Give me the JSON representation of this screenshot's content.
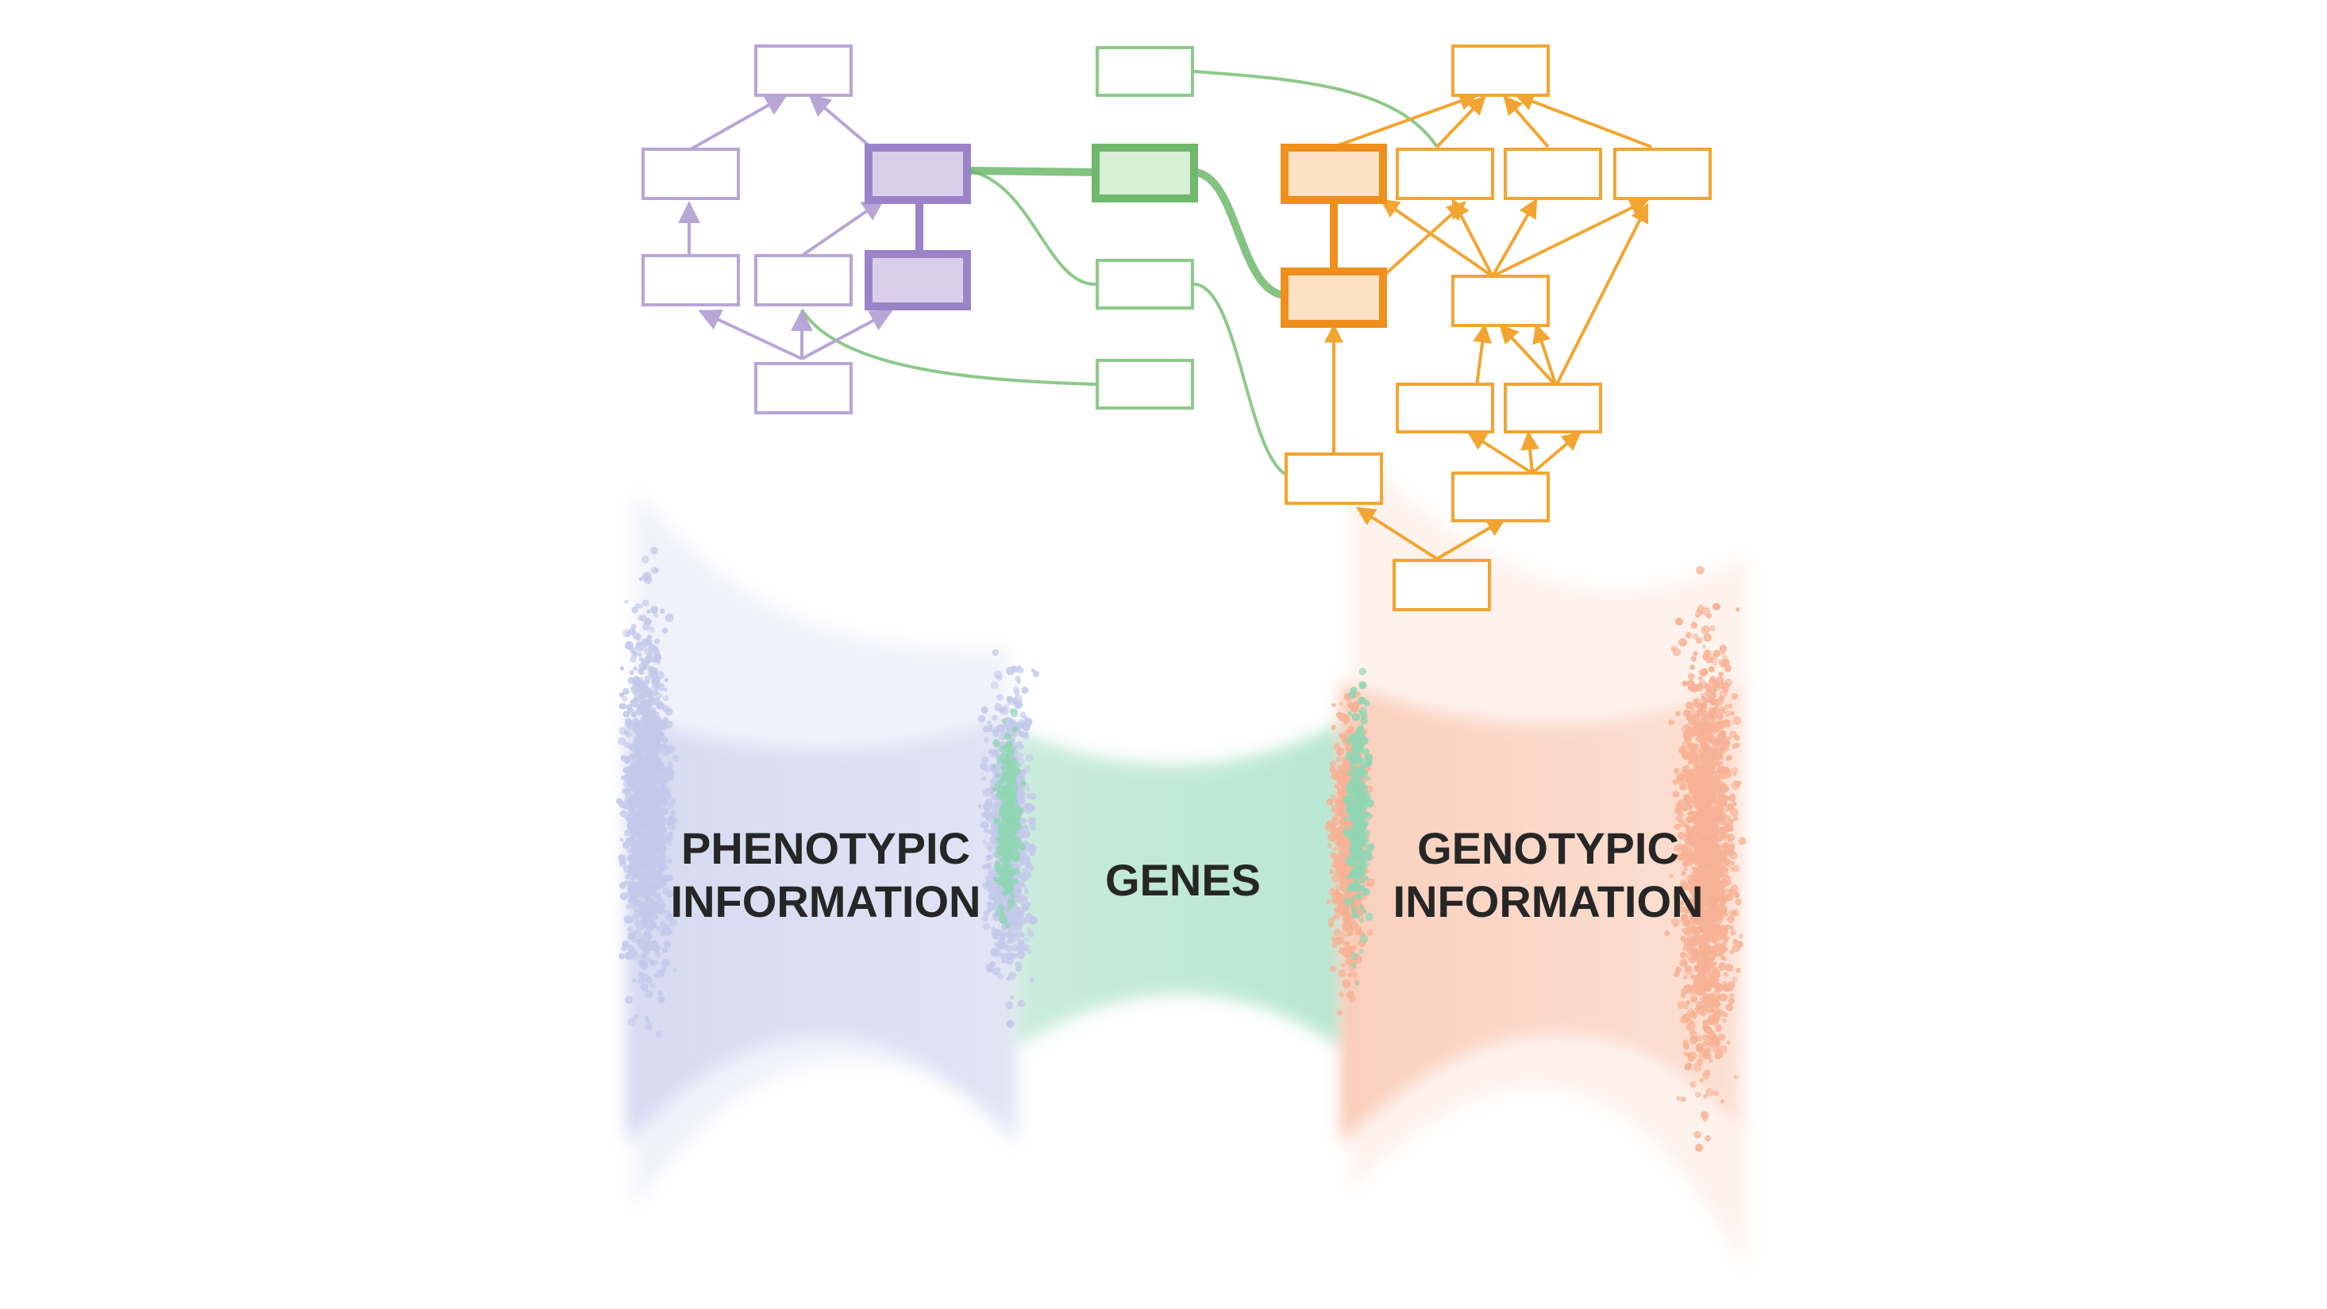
{
  "labels": {
    "phenotypic": [
      "PHENOTYPIC",
      "INFORMATION"
    ],
    "genes": "GENES",
    "genotypic": [
      "GENOTYPIC",
      "INFORMATION"
    ]
  },
  "colors": {
    "phenotypic": "#b7a6d6",
    "phenotypic_highlight": "#9a83c8",
    "genes": "#8dc98a",
    "genes_highlight": "#6fb86c",
    "genotypic": "#f2a531",
    "genotypic_highlight": "#ef8f1c",
    "cloud_phenotypic": "#c3c9ea",
    "cloud_genes": "#8fd6b3",
    "cloud_genotypic": "#f7b295",
    "text": "#262626"
  }
}
